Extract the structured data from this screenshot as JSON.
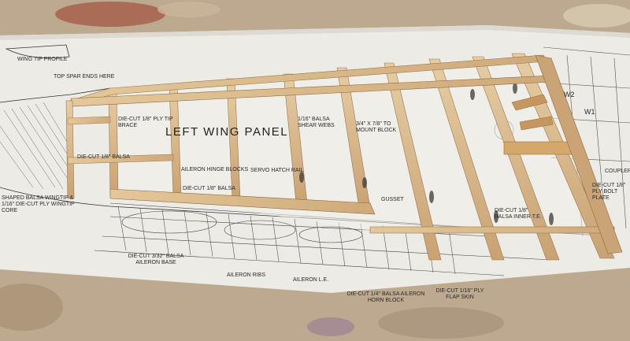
{
  "plan": {
    "title": "LEFT WING PANEL",
    "labels": {
      "wing_tip_profile": "WING TIP PROFILE",
      "top_spar": "TOP SPAR ENDS HERE",
      "ply_tip_brace": "DIE-CUT 1/8\" PLY TIP BRACE",
      "balsa_tip": "DIE-CUT 1/8\" BALSA",
      "shaped_tip": "SHAPED BALSA WINGTIP & 1/16\" DIE-CUT PLY WINGTIP CORE",
      "hinge_blocks": "AILERON HINGE BLOCKS",
      "servo_rail": "SERVO HATCH RAIL",
      "shear_webs": "1/16\" BALSA SHEAR WEBS",
      "mount_block": "3/4\" X 7/8\" TO MOUNT BLOCK",
      "gusset": "GUSSET",
      "ply_rib_balsa": "DIE-CUT 1/8\" BALSA",
      "aileron_base": "DIE-CUT 3/32\" BALSA AILERON BASE",
      "aileron_ribs": "AILERON RIBS",
      "aileron_le": "AILERON L.E.",
      "horn_block": "DIE-CUT 1/4\" BALSA AILERON HORN BLOCK",
      "flap_skin": "DIE-CUT 1/16\" PLY FLAP SKIN",
      "balsa_inner": "DIE-CUT 1/8\" BALSA INNER T.E.",
      "coupler": "COUPLER",
      "bolt_plate": "DIE-CUT 1/8\" PLY BOLT PLATE",
      "w1": "W1",
      "w2": "W2"
    }
  }
}
